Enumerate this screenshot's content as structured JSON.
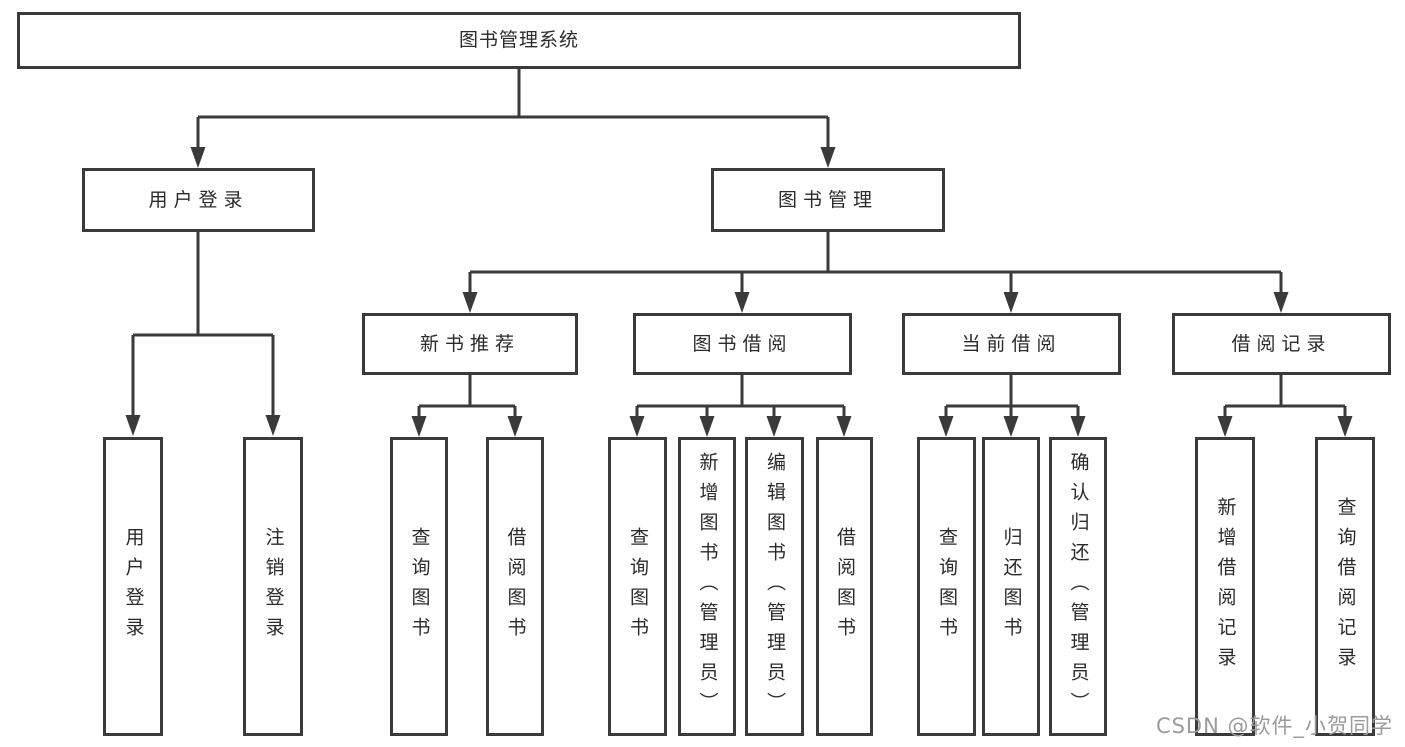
{
  "colors": {
    "background": "#ffffff",
    "line": "#3a3a3a",
    "box_border": "#3a3a3a",
    "box_fill": "#ffffff",
    "text": "#2b2b2b",
    "watermark_text": "#9b9b9b"
  },
  "watermark": "CSDN @软件_小贺同学",
  "tree": {
    "root": "图书管理系统",
    "level2": [
      {
        "label": "用户登录",
        "children": [
          "用户登录",
          "注销登录"
        ]
      },
      {
        "label": "图书管理",
        "groups": [
          {
            "label": "新书推荐",
            "children": [
              "查询图书",
              "借阅图书"
            ]
          },
          {
            "label": "图书借阅",
            "children": [
              "查询图书",
              "新增图书（管理员）",
              "编辑图书（管理员）",
              "借阅图书"
            ]
          },
          {
            "label": "当前借阅",
            "children": [
              "查询图书",
              "归还图书",
              "确认归还（管理员）"
            ]
          },
          {
            "label": "借阅记录",
            "children": [
              "新增借阅记录",
              "查询借阅记录"
            ]
          }
        ]
      }
    ]
  }
}
